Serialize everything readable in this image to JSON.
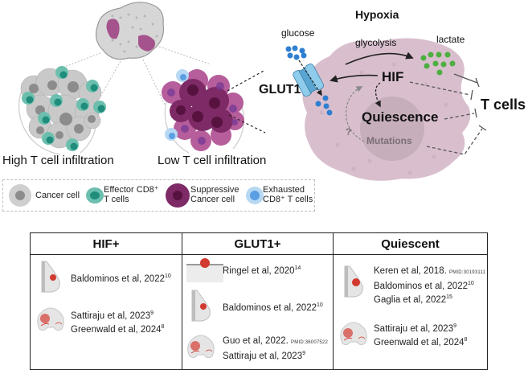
{
  "figure": {
    "left_panel": {
      "high_label": "High T cell infiltration",
      "low_label": "Low T cell infiltration"
    },
    "legend": {
      "items": [
        {
          "icon": "cancer-cell-icon",
          "line1": "Cancer cell",
          "line2": ""
        },
        {
          "icon": "effector-cd8-t-cell-icon",
          "line1": "Effector CD8⁺",
          "line2": "T cells"
        },
        {
          "icon": "suppressive-cancer-cell-icon",
          "line1": "Suppressive",
          "line2": "Cancer cell"
        },
        {
          "icon": "exhausted-cd8-t-cell-icon",
          "line1": "Exhausted",
          "line2": "CD8⁺ T cells"
        }
      ]
    },
    "hypoxia_panel": {
      "title": "Hypoxia",
      "glucose": "glucose",
      "glycolysis": "glycolysis",
      "lactate": "lactate",
      "glut1": "GLUT1",
      "hif": "HIF",
      "quiescence": "Quiescence",
      "mutations": "Mutations",
      "question": "?",
      "t_cells": "T cells"
    },
    "colors": {
      "hypoxic_cell": "#d9bfce",
      "nucleus": "#c6aebb",
      "glucose": "#2f7fd1",
      "lactate": "#4caf3f",
      "transporter": "#8fcbea",
      "effector_t": "#2a9d8a",
      "suppressive": "#8c2f6e",
      "exhausted": "#9cc9ef",
      "tumor_marker": "#d23a2f"
    }
  },
  "table": {
    "columns": [
      {
        "header": "HIF+",
        "groups": [
          {
            "icon": "breast-tissue-icon",
            "refs": [
              {
                "text": "Baldominos et al, 2022",
                "sup": "10",
                "pmid": ""
              }
            ]
          },
          {
            "icon": "brain-tissue-icon",
            "refs": [
              {
                "text": "Sattiraju et al, 2023",
                "sup": "9",
                "pmid": ""
              },
              {
                "text": "Greenwald et al, 2024",
                "sup": "8",
                "pmid": ""
              }
            ]
          }
        ]
      },
      {
        "header": "GLUT1+",
        "groups": [
          {
            "icon": "skin-tissue-icon",
            "refs": [
              {
                "text": "Ringel et al, 2020",
                "sup": "14",
                "pmid": ""
              }
            ]
          },
          {
            "icon": "breast-tissue-icon",
            "refs": [
              {
                "text": "Baldominos et al, 2022",
                "sup": "10",
                "pmid": ""
              }
            ]
          },
          {
            "icon": "brain-tissue-icon",
            "refs": [
              {
                "text": "Guo et al, 2022.",
                "sup": "",
                "pmid": "PMID:36007522"
              },
              {
                "text": "Sattiraju et al, 2023",
                "sup": "9",
                "pmid": ""
              }
            ]
          }
        ]
      },
      {
        "header": "Quiescent",
        "groups": [
          {
            "icon": "breast-tissue-icon",
            "refs": [
              {
                "text": "Keren et al, 2018.",
                "sup": "",
                "pmid": "PMID:30193111"
              },
              {
                "text": "Baldominos et al, 2022",
                "sup": "10",
                "pmid": ""
              },
              {
                "text": "Gaglia et al, 2022",
                "sup": "15",
                "pmid": ""
              }
            ]
          },
          {
            "icon": "brain-tissue-icon",
            "refs": [
              {
                "text": "Sattiraju et al, 2023",
                "sup": "9",
                "pmid": ""
              },
              {
                "text": "Greenwald et al, 2024",
                "sup": "8",
                "pmid": ""
              }
            ]
          }
        ]
      }
    ]
  }
}
